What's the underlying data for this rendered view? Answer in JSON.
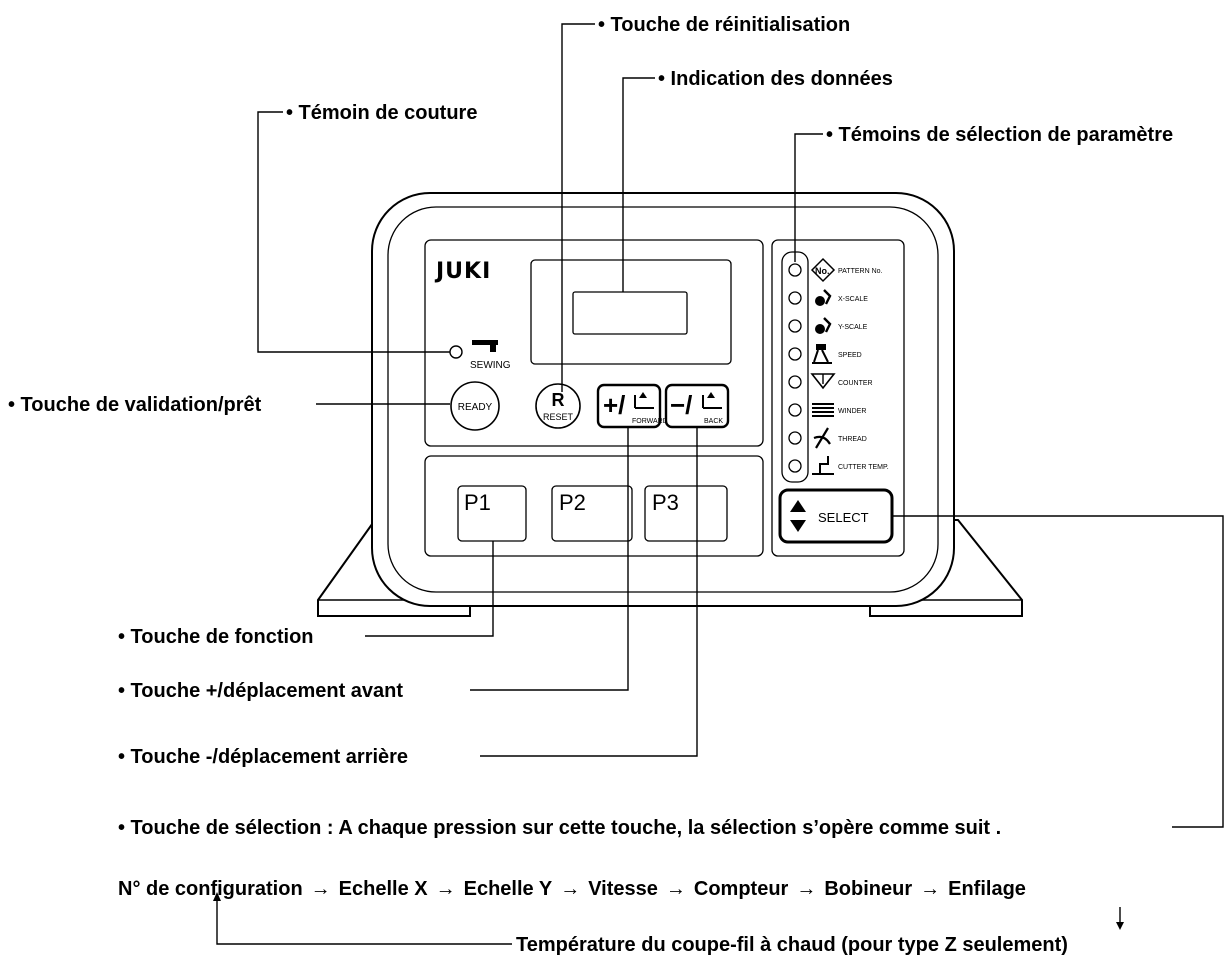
{
  "device": {
    "brand": "JUKI",
    "sewing_label": "SEWING",
    "ready_label": "READY",
    "reset_letter": "R",
    "reset_label": "RESET",
    "plus_symbol": "+/",
    "forward_label": "FORWARD",
    "minus_symbol": "−/",
    "back_label": "BACK",
    "function_keys": [
      "P1",
      "P2",
      "P3"
    ],
    "select_label": "SELECT",
    "parameters": [
      {
        "icon": "pattern-no-icon",
        "label": "PATTERN No."
      },
      {
        "icon": "x-scale-icon",
        "label": "X-SCALE"
      },
      {
        "icon": "y-scale-icon",
        "label": "Y-SCALE"
      },
      {
        "icon": "speed-icon",
        "label": "SPEED"
      },
      {
        "icon": "counter-icon",
        "label": "COUNTER"
      },
      {
        "icon": "winder-icon",
        "label": "WINDER"
      },
      {
        "icon": "thread-icon",
        "label": "THREAD"
      },
      {
        "icon": "cutter-temp-icon",
        "label": "CUTTER TEMP."
      }
    ],
    "pattern_no_badge": "No."
  },
  "callouts": {
    "reset": "• Touche de réinitialisation",
    "data_display": "• Indication des données",
    "sewing_lamp": "• Témoin de couture",
    "param_lamps": "• Témoins de sélection de paramètre",
    "ready": "• Touche de validation/prêt",
    "function": "•  Touche de fonction",
    "plus": "•  Touche +/déplacement avant",
    "minus": "•  Touche -/déplacement arrière",
    "select": "•  Touche de sélection : A chaque pression sur cette touche, la sélection s’opère comme suit ."
  },
  "sequence": {
    "steps": [
      "N° de configuration",
      "Echelle X",
      "Echelle Y",
      "Vitesse",
      "Compteur",
      "Bobineur",
      "Enfilage"
    ],
    "last_step": "Température du coupe-fil à chaud (pour type Z seulement)",
    "arrow": "→"
  },
  "colors": {
    "ink": "#000000",
    "paper": "#ffffff"
  }
}
